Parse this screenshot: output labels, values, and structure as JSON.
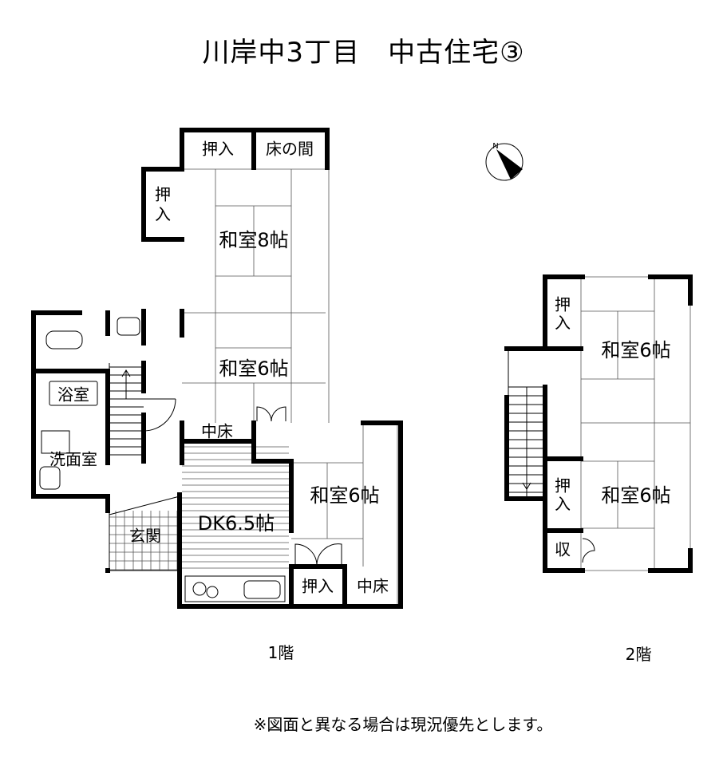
{
  "title": "川岸中3丁目　中古住宅③",
  "compass": {
    "north_label": "N"
  },
  "floor1": {
    "label": "1階",
    "rooms": {
      "closet_top": "押入",
      "tokonoma": "床の間",
      "closet_left": "押",
      "closet_left2": "入",
      "washitsu8": "和室8帖",
      "washitsu6_center": "和室6帖",
      "nakadoko1": "中床",
      "bath": "浴室",
      "washroom": "洗面室",
      "washitsu6_right": "和室6帖",
      "dk": "DK6.5帖",
      "genkan": "玄関",
      "closet_bottom": "押入",
      "nakadoko2": "中床"
    }
  },
  "floor2": {
    "label": "2階",
    "rooms": {
      "closet_top_a": "押",
      "closet_top_b": "入",
      "washitsu6_top": "和室6帖",
      "closet_mid_a": "押",
      "closet_mid_b": "入",
      "storage": "収",
      "washitsu6_bottom": "和室6帖"
    }
  },
  "note": "※図面と異なる場合は現況優先とします。"
}
